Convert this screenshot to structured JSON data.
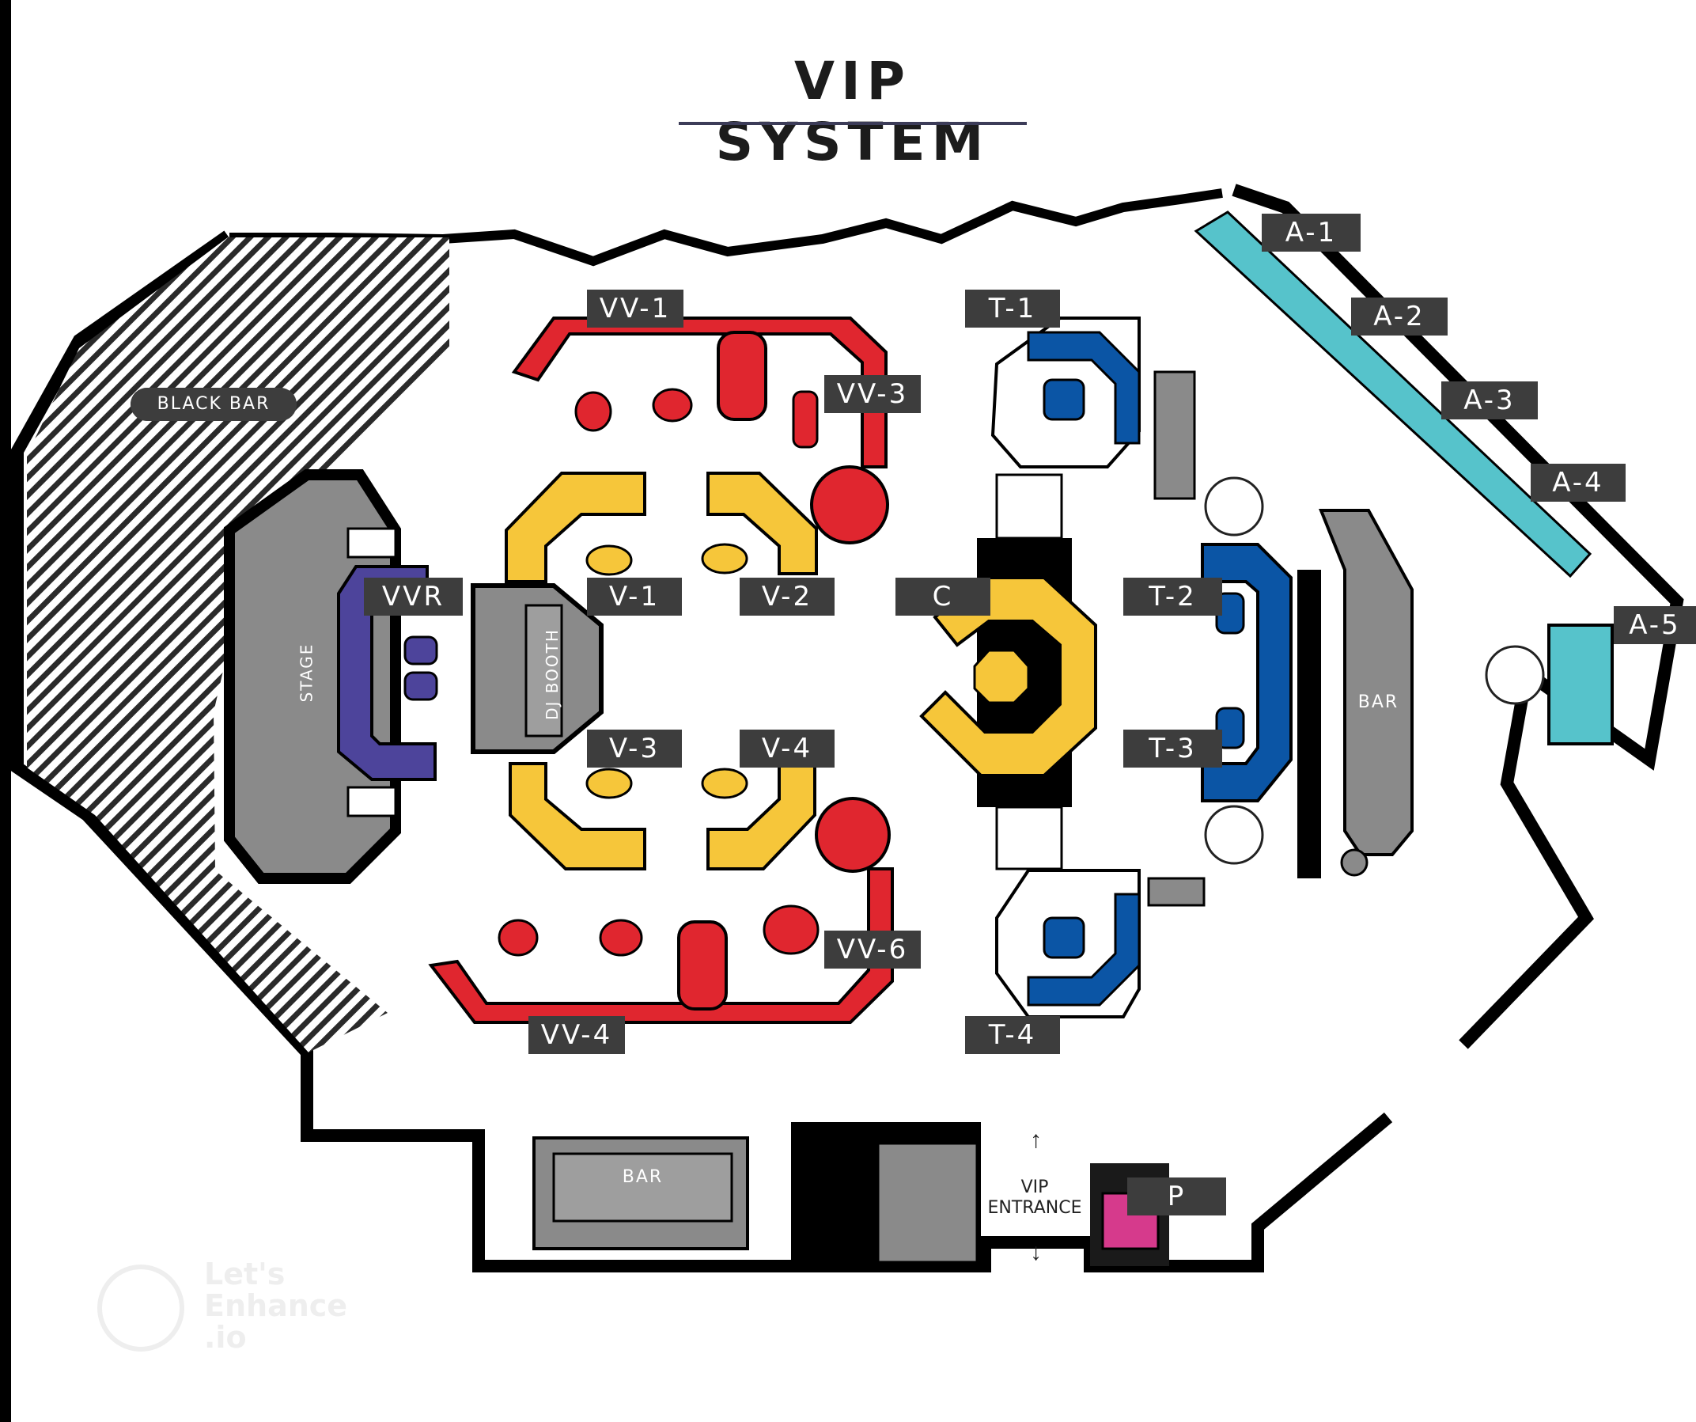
{
  "title": "VIP SYSTEM",
  "labels": {
    "black_bar": "BLACK BAR",
    "stage": "STAGE",
    "dj_booth": "DJ BOOTH",
    "bar_right": "BAR",
    "bar_bottom": "BAR",
    "vip_entrance_line1": "VIP",
    "vip_entrance_line2": "ENTRANCE",
    "watermark_line1": "Let's",
    "watermark_line2": "Enhance",
    "watermark_line3": ".io"
  },
  "sections": {
    "vv1": "VV-1",
    "vv3": "VV-3",
    "vv4": "VV-4",
    "vv6": "VV-6",
    "vvr": "VVR",
    "v1": "V-1",
    "v2": "V-2",
    "v3": "V-3",
    "v4": "V-4",
    "c": "C",
    "t1": "T-1",
    "t2": "T-2",
    "t3": "T-3",
    "t4": "T-4",
    "a1": "A-1",
    "a2": "A-2",
    "a3": "A-3",
    "a4": "A-4",
    "a5": "A-5",
    "p": "P"
  },
  "colors": {
    "vv_red": "#e0262f",
    "v_yellow": "#f6c63a",
    "t_blue": "#0b55a5",
    "a_teal": "#56c3cb",
    "vvr_purple": "#4d449b",
    "p_magenta": "#d63a8c",
    "structure_gray": "#8a8a8a",
    "tag_dark": "#3d3d3d"
  }
}
